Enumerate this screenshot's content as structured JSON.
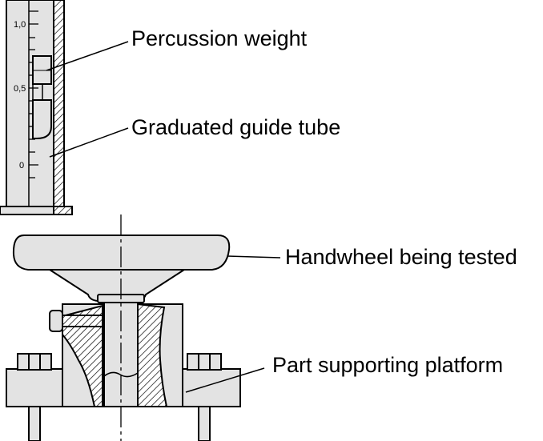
{
  "scale_labels": [
    "1,0",
    "0,5",
    "0"
  ],
  "callouts": {
    "percussion_weight": "Percussion weight",
    "guide_tube": "Graduated guide tube",
    "handwheel": "Handwheel being tested",
    "platform": "Part supporting platform"
  },
  "colors": {
    "fill": "#e3e3e3",
    "stroke": "#000000",
    "background": "#ffffff"
  }
}
